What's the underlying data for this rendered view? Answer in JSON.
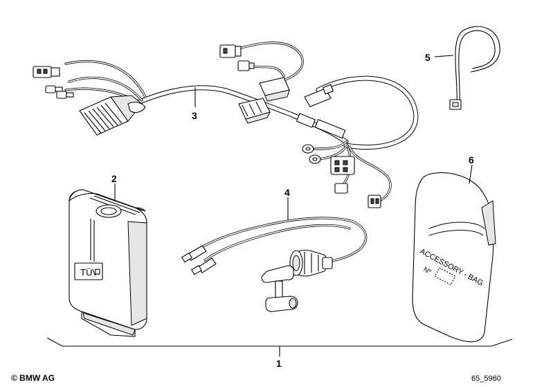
{
  "diagram": {
    "callouts": {
      "1": "1",
      "2": "2",
      "3": "3",
      "4": "4",
      "5": "5",
      "6": "6"
    },
    "parts": {
      "control_unit_badge": "TÜV",
      "accessory_bag_label": "ACCESSORY - BAG",
      "accessory_bag_no": "Nº"
    }
  },
  "footer": {
    "copyright": "© BMW AG",
    "drawing_number": "65_5960"
  }
}
